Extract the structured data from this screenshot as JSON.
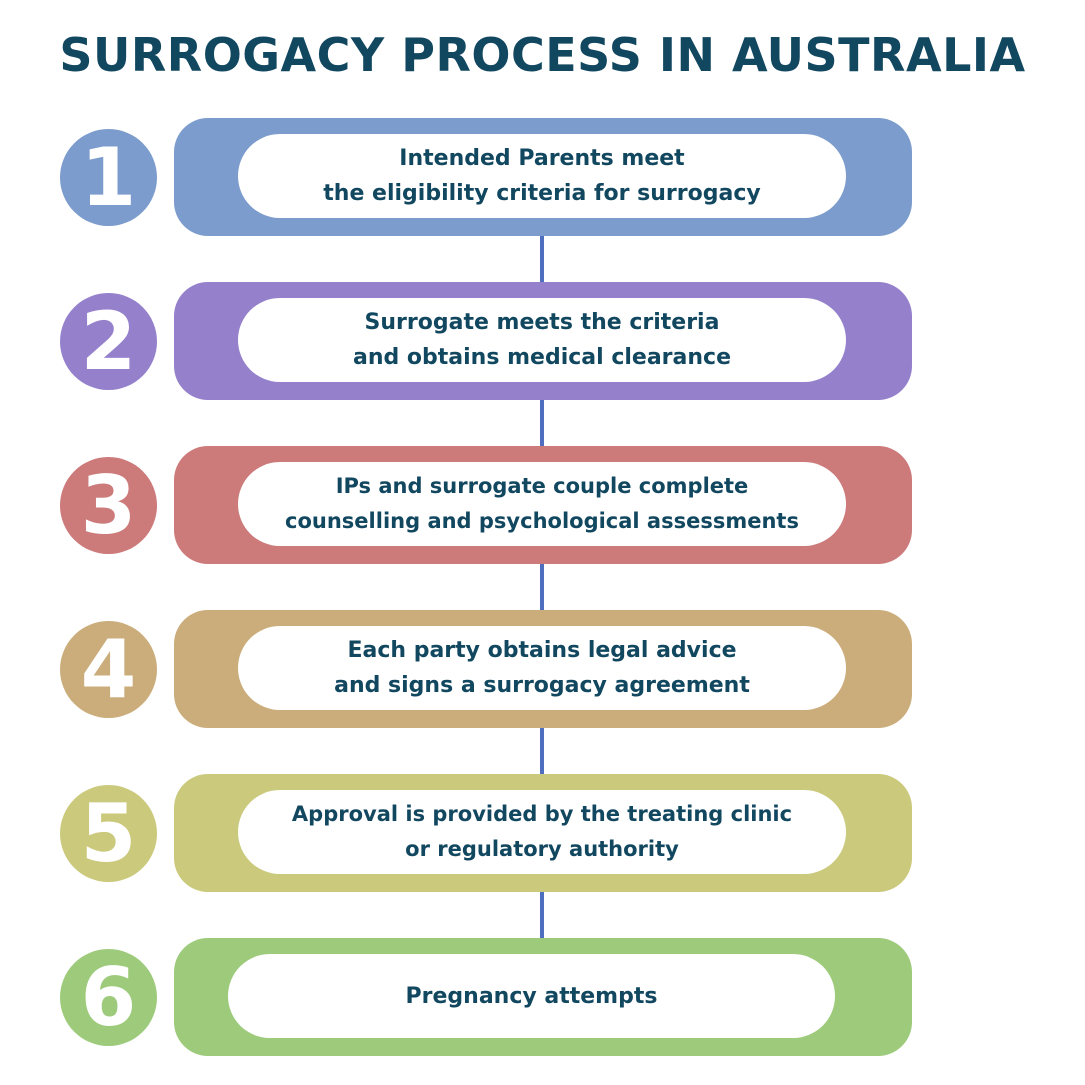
{
  "title": "SURROGACY PROCESS IN AUSTRALIA",
  "colors": {
    "title": "#124760",
    "connector": "#4e6fbf",
    "step1": "#7b9ccc",
    "step2": "#9580cc",
    "step3": "#cc7a7a",
    "step4": "#cbad7b",
    "step5": "#cbc97b",
    "step6": "#9dcb7b"
  },
  "steps": [
    {
      "number": "1",
      "text": "Intended Parents meet\nthe eligibility criteria for surrogacy"
    },
    {
      "number": "2",
      "text": "Surrogate meets the criteria\nand obtains medical clearance"
    },
    {
      "number": "3",
      "text": "IPs and surrogate couple complete\ncounselling and psychological assessments"
    },
    {
      "number": "4",
      "text": "Each party obtains legal advice\nand signs a surrogacy agreement"
    },
    {
      "number": "5",
      "text": "Approval is provided by the treating clinic\nor regulatory authority"
    },
    {
      "number": "6",
      "text": "Pregnancy attempts"
    }
  ]
}
